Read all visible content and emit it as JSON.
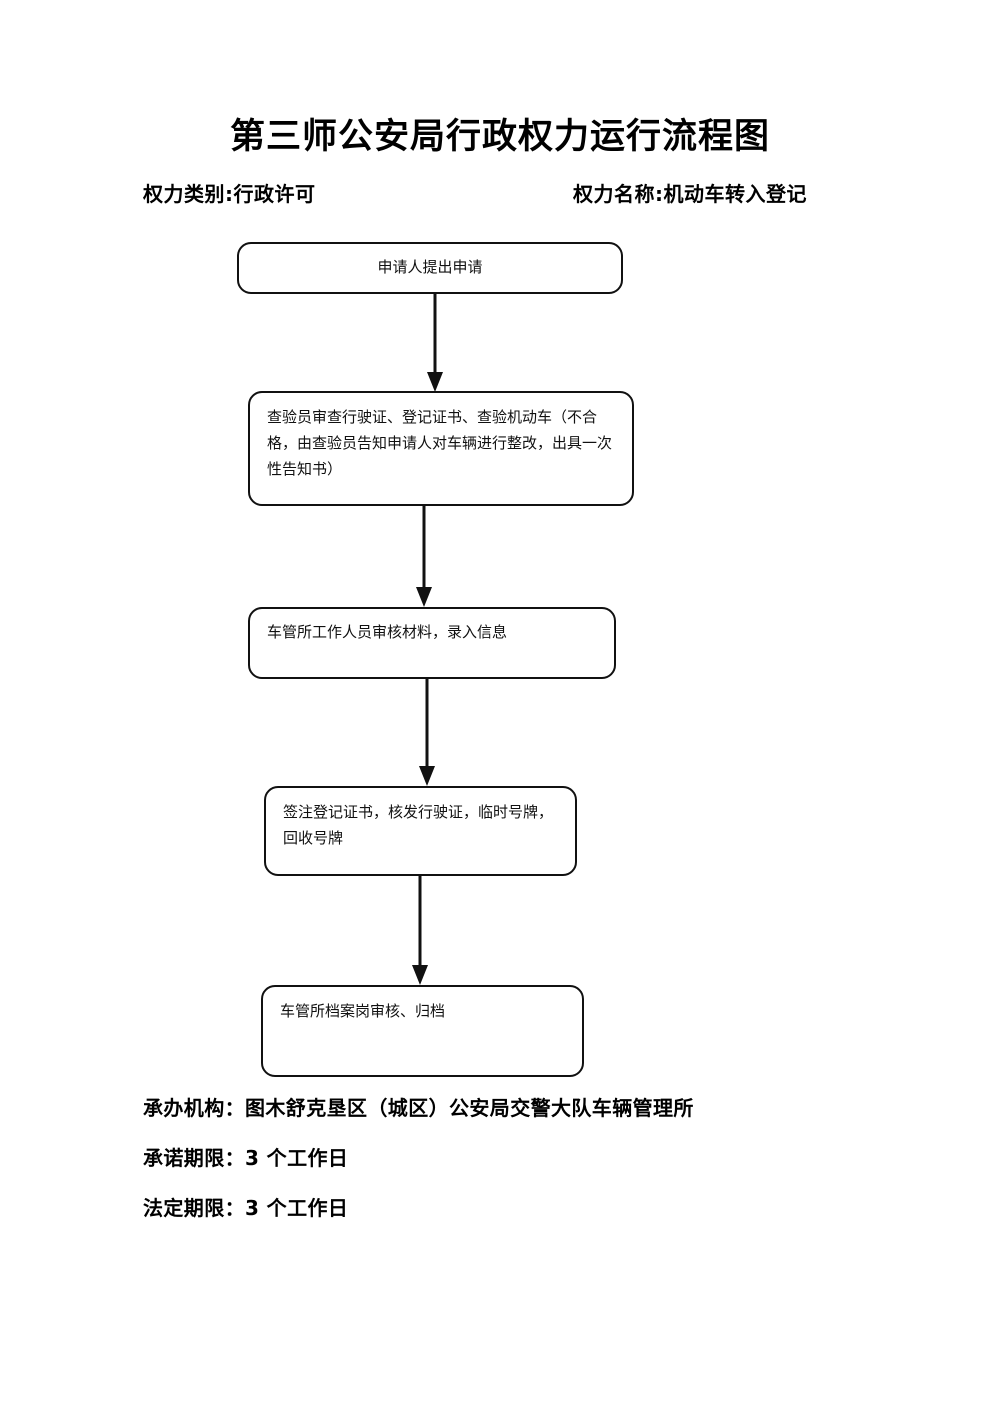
{
  "document": {
    "title": "第三师公安局行政权力运行流程图",
    "meta": {
      "power_category": "权力类别:行政许可",
      "power_name": "权力名称:机动车转入登记"
    }
  },
  "flowchart": {
    "type": "flowchart",
    "orientation": "top-to-bottom",
    "nodes": [
      {
        "id": "node-1",
        "text": "申请人提出申请",
        "align": "center"
      },
      {
        "id": "node-2",
        "text": "查验员审查行驶证、登记证书、查验机动车（不合格，由查验员告知申请人对车辆进行整改，出具一次性告知书）",
        "align": "left"
      },
      {
        "id": "node-3",
        "text": "车管所工作人员审核材料，录入信息",
        "align": "left"
      },
      {
        "id": "node-4",
        "text": "签注登记证书，核发行驶证，临时号牌，回收号牌",
        "align": "left"
      },
      {
        "id": "node-5",
        "text": "车管所档案岗审核、归档",
        "align": "left"
      }
    ],
    "connectors": [
      {
        "id": "conn-1",
        "from": "node-1",
        "to": "node-2",
        "style": "arrow-down"
      },
      {
        "id": "conn-2",
        "from": "node-2",
        "to": "node-3",
        "style": "arrow-down"
      },
      {
        "id": "conn-3",
        "from": "node-3",
        "to": "node-4",
        "style": "arrow-down"
      },
      {
        "id": "conn-4",
        "from": "node-4",
        "to": "node-5",
        "style": "arrow-down"
      }
    ]
  },
  "footer": {
    "lines": [
      "承办机构：图木舒克垦区（城区）公安局交警大队车辆管理所",
      "承诺期限：3 个工作日",
      "法定期限：3 个工作日"
    ]
  },
  "colors": {
    "page_background": "#ffffff",
    "ink": "#111111",
    "border": "#111111"
  }
}
